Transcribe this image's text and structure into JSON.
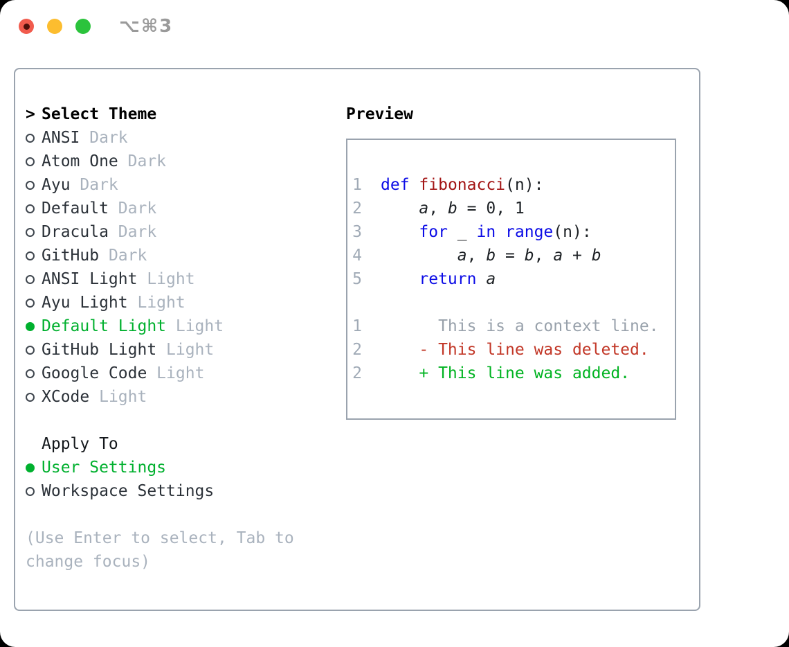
{
  "titlebar": {
    "shortcut": "⌥⌘3"
  },
  "theme_section": {
    "prompt": ">",
    "title": "Select Theme",
    "items": [
      {
        "name": "ANSI",
        "variant": "Dark",
        "selected": false
      },
      {
        "name": "Atom One",
        "variant": "Dark",
        "selected": false
      },
      {
        "name": "Ayu",
        "variant": "Dark",
        "selected": false
      },
      {
        "name": "Default",
        "variant": "Dark",
        "selected": false
      },
      {
        "name": "Dracula",
        "variant": "Dark",
        "selected": false
      },
      {
        "name": "GitHub",
        "variant": "Dark",
        "selected": false
      },
      {
        "name": "ANSI Light",
        "variant": "Light",
        "selected": false
      },
      {
        "name": "Ayu Light",
        "variant": "Light",
        "selected": false
      },
      {
        "name": "Default Light",
        "variant": "Light",
        "selected": true
      },
      {
        "name": "GitHub Light",
        "variant": "Light",
        "selected": false
      },
      {
        "name": "Google Code",
        "variant": "Light",
        "selected": false
      },
      {
        "name": "XCode",
        "variant": "Light",
        "selected": false
      }
    ]
  },
  "apply_section": {
    "title": "Apply To",
    "items": [
      {
        "label": "User Settings",
        "selected": true
      },
      {
        "label": "Workspace Settings",
        "selected": false
      }
    ]
  },
  "hint": "(Use Enter to select, Tab to change focus)",
  "preview": {
    "title": "Preview",
    "lines": [
      {
        "num": "1",
        "kind": "code",
        "tokens": [
          {
            "c": "kw",
            "t": "def"
          },
          {
            "c": "pl",
            "t": " "
          },
          {
            "c": "fn",
            "t": "fibonacci"
          },
          {
            "c": "pl",
            "t": "(n):"
          }
        ]
      },
      {
        "num": "2",
        "kind": "code",
        "tokens": [
          {
            "c": "pl",
            "t": "    "
          },
          {
            "c": "var",
            "t": "a"
          },
          {
            "c": "pl",
            "t": ", "
          },
          {
            "c": "var",
            "t": "b"
          },
          {
            "c": "pl",
            "t": " = 0, 1"
          }
        ]
      },
      {
        "num": "3",
        "kind": "code",
        "tokens": [
          {
            "c": "pl",
            "t": "    "
          },
          {
            "c": "kw",
            "t": "for"
          },
          {
            "c": "pl",
            "t": " _ "
          },
          {
            "c": "kw",
            "t": "in"
          },
          {
            "c": "pl",
            "t": " "
          },
          {
            "c": "kw",
            "t": "range"
          },
          {
            "c": "pl",
            "t": "(n):"
          }
        ]
      },
      {
        "num": "4",
        "kind": "code",
        "tokens": [
          {
            "c": "pl",
            "t": "        "
          },
          {
            "c": "var",
            "t": "a"
          },
          {
            "c": "pl",
            "t": ", "
          },
          {
            "c": "var",
            "t": "b"
          },
          {
            "c": "pl",
            "t": " = "
          },
          {
            "c": "var",
            "t": "b"
          },
          {
            "c": "pl",
            "t": ", "
          },
          {
            "c": "var",
            "t": "a"
          },
          {
            "c": "pl",
            "t": " + "
          },
          {
            "c": "var",
            "t": "b"
          }
        ]
      },
      {
        "num": "5",
        "kind": "code",
        "tokens": [
          {
            "c": "pl",
            "t": "    "
          },
          {
            "c": "kw",
            "t": "return"
          },
          {
            "c": "pl",
            "t": " "
          },
          {
            "c": "var",
            "t": "a"
          }
        ]
      },
      {
        "num": "",
        "kind": "blank",
        "tokens": []
      },
      {
        "num": "1",
        "kind": "context",
        "tokens": [
          {
            "c": "ctx",
            "t": "      This is a context line."
          }
        ]
      },
      {
        "num": "2",
        "kind": "deleted",
        "tokens": [
          {
            "c": "del",
            "t": "    - This line was deleted."
          }
        ]
      },
      {
        "num": "2",
        "kind": "added",
        "tokens": [
          {
            "c": "add",
            "t": "    + This line was added."
          }
        ]
      }
    ]
  },
  "colors": {
    "accent_green": "#00b02e",
    "keyword_blue": "#0b0be6",
    "function_red": "#a31515",
    "deleted_red": "#c23727",
    "added_green": "#00b321",
    "muted_gray": "#a9b2bd",
    "border_gray": "#9aa3ae"
  }
}
